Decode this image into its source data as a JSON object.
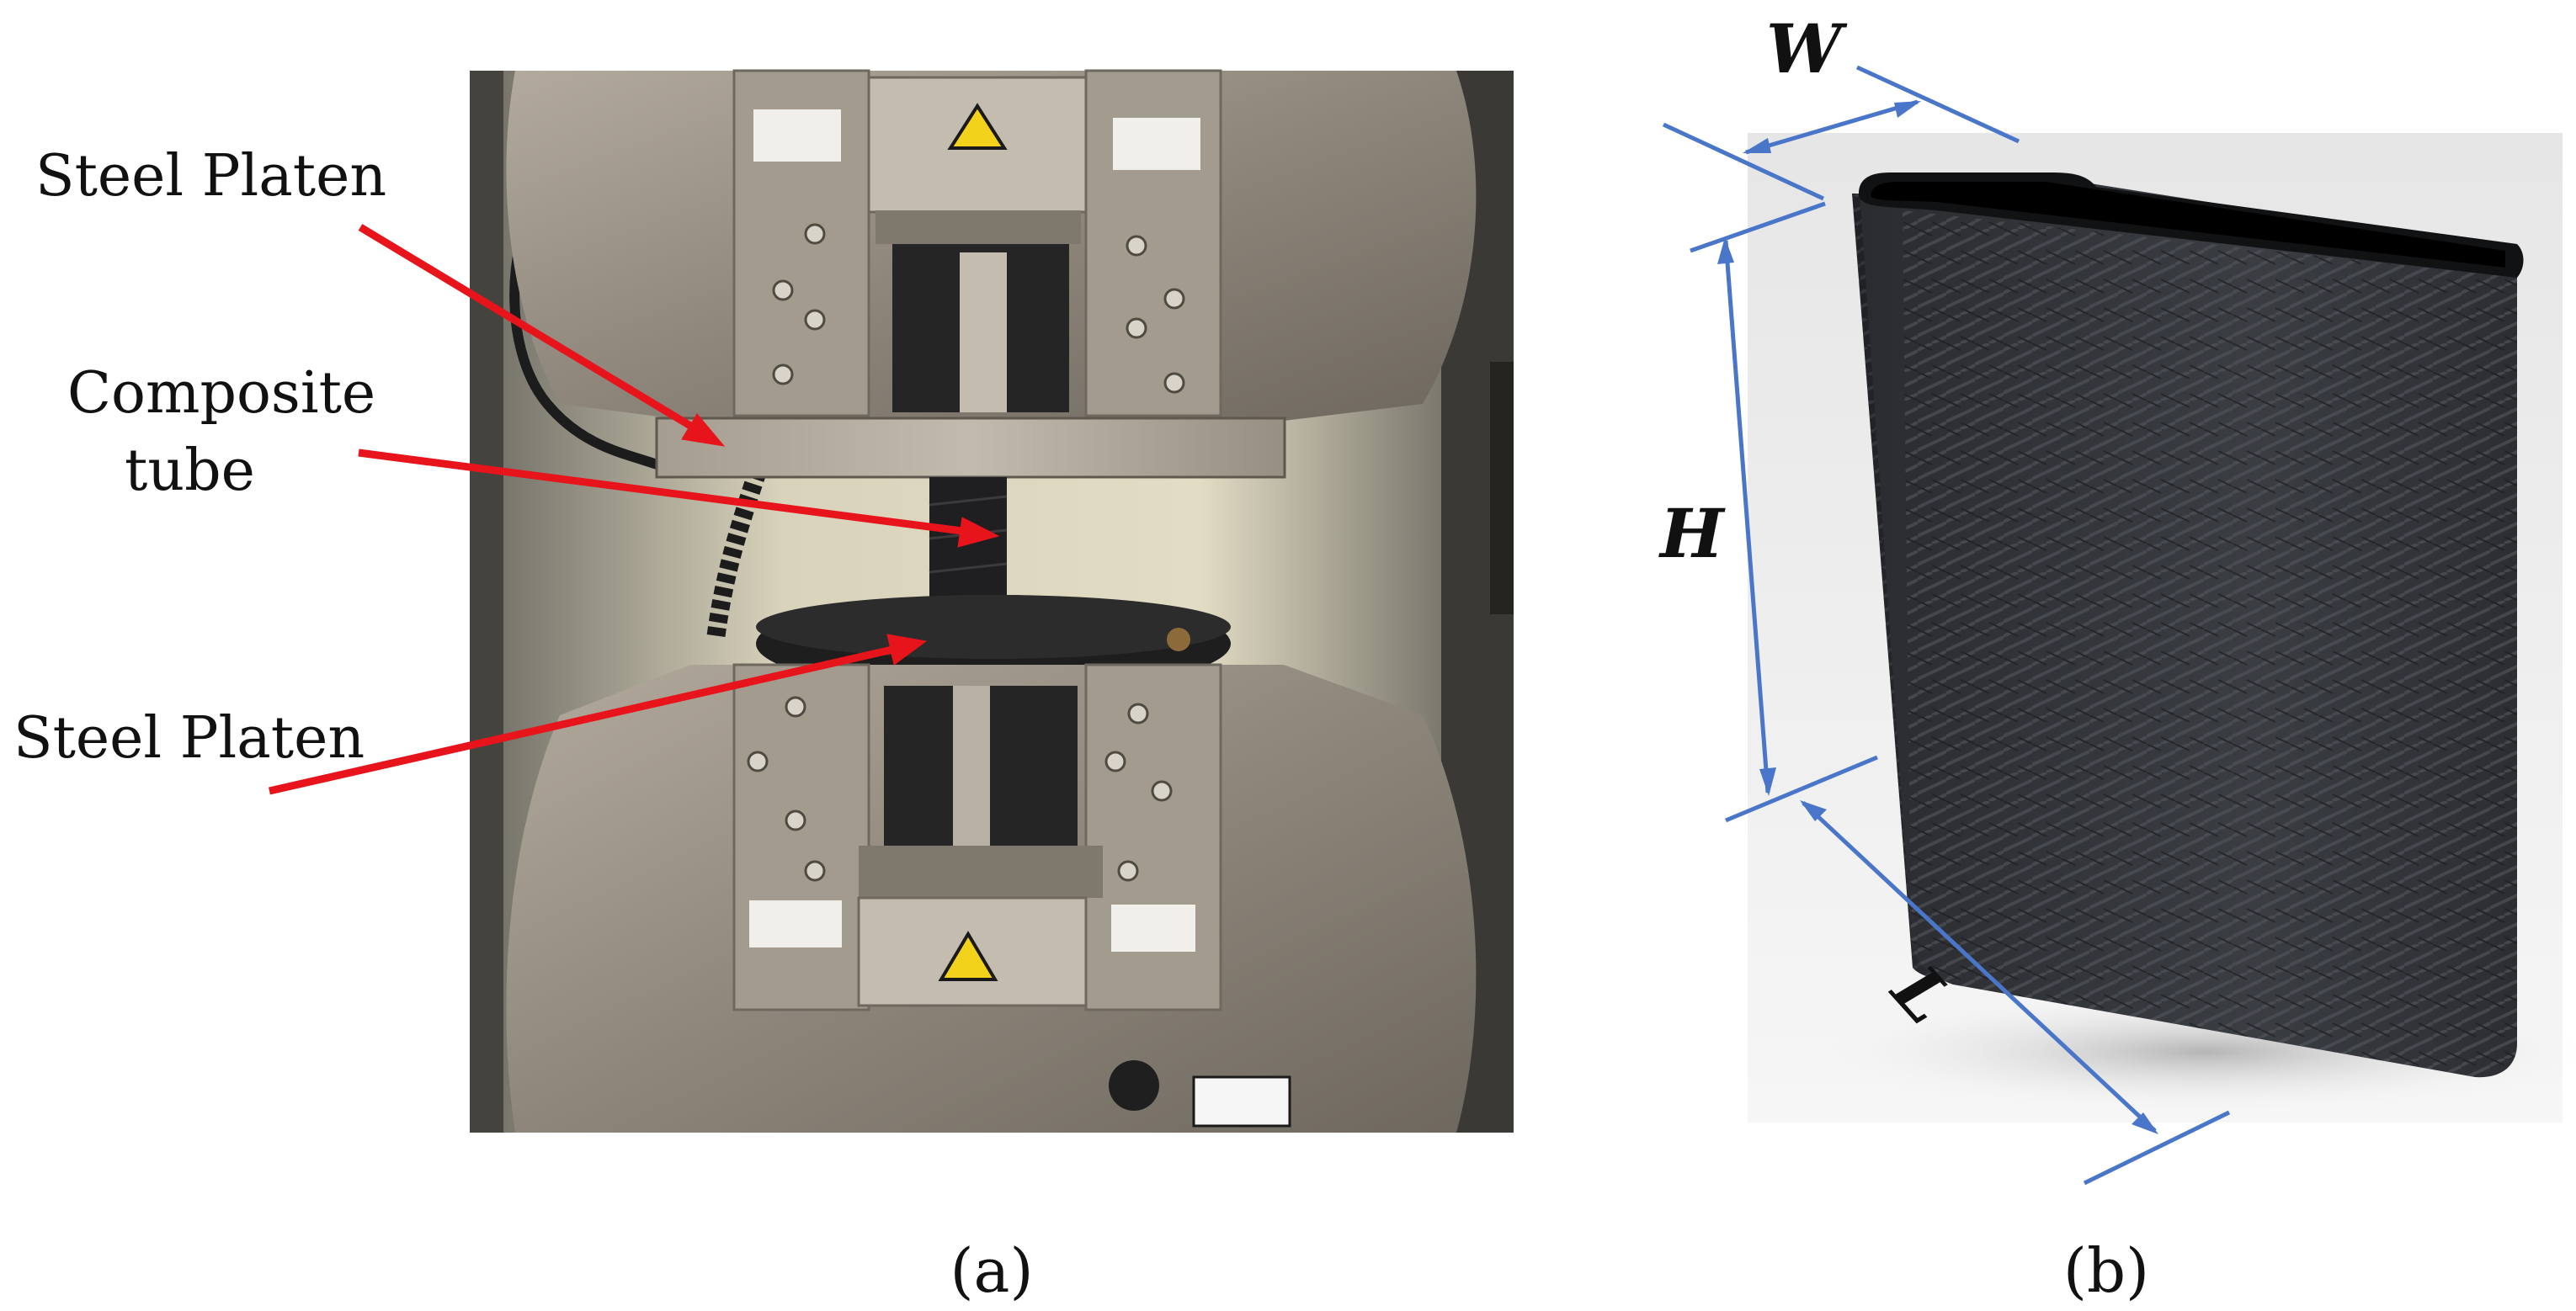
{
  "panel_a": {
    "annotations": {
      "top_platen": "Steel Platen",
      "tube_line1": "Composite",
      "tube_line2": "tube",
      "bottom_platen": "Steel Platen"
    },
    "caption": "(a)"
  },
  "panel_b": {
    "dimensions": {
      "width": "W",
      "height": "H",
      "length": "L"
    },
    "caption": "(b)"
  },
  "colors": {
    "arrow": "#e8141b",
    "dimension_line": "#4a76c9",
    "machine_steel": "#8c847a",
    "carbon_fiber": "#303236"
  }
}
